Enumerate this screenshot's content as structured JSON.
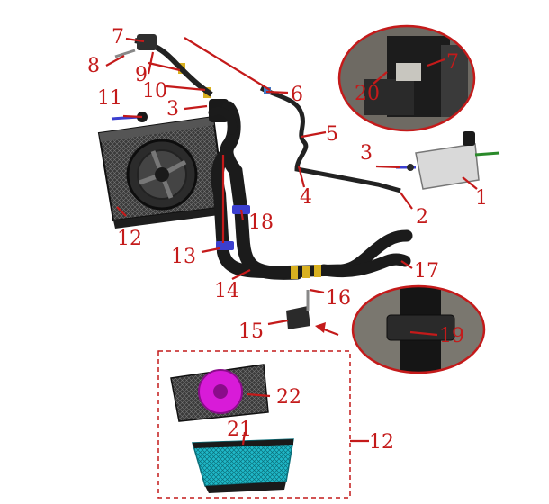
{
  "diagram": {
    "callouts": [
      {
        "id": "c1",
        "label": "1"
      },
      {
        "id": "c2",
        "label": "2"
      },
      {
        "id": "c3a",
        "label": "3"
      },
      {
        "id": "c3b",
        "label": "3"
      },
      {
        "id": "c4",
        "label": "4"
      },
      {
        "id": "c5",
        "label": "5"
      },
      {
        "id": "c6",
        "label": "6"
      },
      {
        "id": "c7a",
        "label": "7"
      },
      {
        "id": "c7b",
        "label": "7"
      },
      {
        "id": "c8",
        "label": "8"
      },
      {
        "id": "c9",
        "label": "9"
      },
      {
        "id": "c10",
        "label": "10"
      },
      {
        "id": "c11",
        "label": "11"
      },
      {
        "id": "c12a",
        "label": "12"
      },
      {
        "id": "c12b",
        "label": "12"
      },
      {
        "id": "c13",
        "label": "13"
      },
      {
        "id": "c14",
        "label": "14"
      },
      {
        "id": "c15",
        "label": "15"
      },
      {
        "id": "c16",
        "label": "16"
      },
      {
        "id": "c17",
        "label": "17"
      },
      {
        "id": "c18",
        "label": "18"
      },
      {
        "id": "c19",
        "label": "19"
      },
      {
        "id": "c20",
        "label": "20"
      },
      {
        "id": "c21",
        "label": "21"
      },
      {
        "id": "c22",
        "label": "22"
      }
    ],
    "colors": {
      "callout": "#c41a1a",
      "hose": "#1a1a1a",
      "radiator": "#2a2a2a",
      "fan_highlight": "#d81bd8",
      "core_highlight": "#1fb8c8",
      "clamp": "#d8b020",
      "clamp_blue": "#3b3fcf",
      "photo_bg": "#8e8a83"
    }
  }
}
